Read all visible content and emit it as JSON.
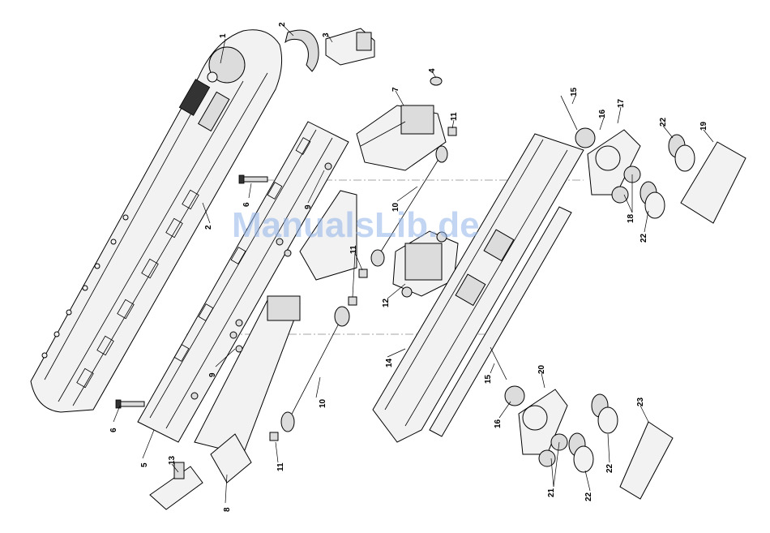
{
  "watermark": "ManualsLib.de",
  "part_labels": {
    "p1": "1",
    "p2a": "2",
    "p2b": "2",
    "p3": "3",
    "p4": "4",
    "p5": "5",
    "p6a": "6",
    "p6b": "6",
    "p7": "7",
    "p8": "8",
    "p9a": "9",
    "p9b": "9",
    "p10a": "10",
    "p10b": "10",
    "p11a": "11",
    "p11b": "11",
    "p11c": "11",
    "p12": "12",
    "p13": "13",
    "p14": "14",
    "p15a": "15",
    "p15b": "15",
    "p16a": "16",
    "p16b": "16",
    "p17": "17",
    "p18": "18",
    "p19": "19",
    "p20": "20",
    "p21": "21",
    "p22a": "22",
    "p22b": "22",
    "p22c": "22",
    "p22d": "22",
    "p23": "23"
  }
}
